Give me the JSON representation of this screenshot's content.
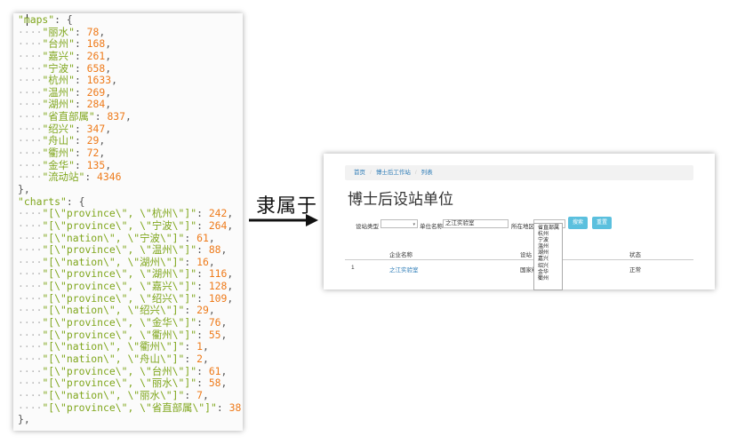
{
  "code": {
    "lines": [
      [
        {
          "t": "\"maps\"",
          "c": "k"
        },
        {
          "t": ": {",
          "c": "p"
        }
      ],
      [
        {
          "t": "····",
          "c": "dot"
        },
        {
          "t": "\"丽水\"",
          "c": "k"
        },
        {
          "t": ": ",
          "c": "p"
        },
        {
          "t": "78",
          "c": "n"
        },
        {
          "t": ",",
          "c": "p"
        }
      ],
      [
        {
          "t": "····",
          "c": "dot"
        },
        {
          "t": "\"台州\"",
          "c": "k"
        },
        {
          "t": ": ",
          "c": "p"
        },
        {
          "t": "168",
          "c": "n"
        },
        {
          "t": ",",
          "c": "p"
        }
      ],
      [
        {
          "t": "····",
          "c": "dot"
        },
        {
          "t": "\"嘉兴\"",
          "c": "k"
        },
        {
          "t": ": ",
          "c": "p"
        },
        {
          "t": "261",
          "c": "n"
        },
        {
          "t": ",",
          "c": "p"
        }
      ],
      [
        {
          "t": "····",
          "c": "dot"
        },
        {
          "t": "\"宁波\"",
          "c": "k"
        },
        {
          "t": ": ",
          "c": "p"
        },
        {
          "t": "658",
          "c": "n"
        },
        {
          "t": ",",
          "c": "p"
        }
      ],
      [
        {
          "t": "····",
          "c": "dot"
        },
        {
          "t": "\"杭州\"",
          "c": "k"
        },
        {
          "t": ": ",
          "c": "p"
        },
        {
          "t": "1633",
          "c": "n"
        },
        {
          "t": ",",
          "c": "p"
        }
      ],
      [
        {
          "t": "····",
          "c": "dot"
        },
        {
          "t": "\"温州\"",
          "c": "k"
        },
        {
          "t": ": ",
          "c": "p"
        },
        {
          "t": "269",
          "c": "n"
        },
        {
          "t": ",",
          "c": "p"
        }
      ],
      [
        {
          "t": "····",
          "c": "dot"
        },
        {
          "t": "\"湖州\"",
          "c": "k"
        },
        {
          "t": ": ",
          "c": "p"
        },
        {
          "t": "284",
          "c": "n"
        },
        {
          "t": ",",
          "c": "p"
        }
      ],
      [
        {
          "t": "····",
          "c": "dot"
        },
        {
          "t": "\"省直部属\"",
          "c": "k"
        },
        {
          "t": ": ",
          "c": "p"
        },
        {
          "t": "837",
          "c": "n"
        },
        {
          "t": ",",
          "c": "p"
        }
      ],
      [
        {
          "t": "····",
          "c": "dot"
        },
        {
          "t": "\"绍兴\"",
          "c": "k"
        },
        {
          "t": ": ",
          "c": "p"
        },
        {
          "t": "347",
          "c": "n"
        },
        {
          "t": ",",
          "c": "p"
        }
      ],
      [
        {
          "t": "····",
          "c": "dot"
        },
        {
          "t": "\"舟山\"",
          "c": "k"
        },
        {
          "t": ": ",
          "c": "p"
        },
        {
          "t": "29",
          "c": "n"
        },
        {
          "t": ",",
          "c": "p"
        }
      ],
      [
        {
          "t": "····",
          "c": "dot"
        },
        {
          "t": "\"衢州\"",
          "c": "k"
        },
        {
          "t": ": ",
          "c": "p"
        },
        {
          "t": "72",
          "c": "n"
        },
        {
          "t": ",",
          "c": "p"
        }
      ],
      [
        {
          "t": "····",
          "c": "dot"
        },
        {
          "t": "\"金华\"",
          "c": "k"
        },
        {
          "t": ": ",
          "c": "p"
        },
        {
          "t": "135",
          "c": "n"
        },
        {
          "t": ",",
          "c": "p"
        }
      ],
      [
        {
          "t": "····",
          "c": "dot"
        },
        {
          "t": "\"流动站\"",
          "c": "k"
        },
        {
          "t": ": ",
          "c": "p"
        },
        {
          "t": "4346",
          "c": "n"
        }
      ],
      [
        {
          "t": "},",
          "c": "p"
        }
      ],
      [
        {
          "t": "\"charts\"",
          "c": "k"
        },
        {
          "t": ": {",
          "c": "p"
        }
      ],
      [
        {
          "t": "····",
          "c": "dot"
        },
        {
          "t": "\"[\\\"province\\\", \\\"杭州\\\"]\"",
          "c": "k"
        },
        {
          "t": ": ",
          "c": "p"
        },
        {
          "t": "242",
          "c": "n"
        },
        {
          "t": ",",
          "c": "p"
        }
      ],
      [
        {
          "t": "····",
          "c": "dot"
        },
        {
          "t": "\"[\\\"province\\\", \\\"宁波\\\"]\"",
          "c": "k"
        },
        {
          "t": ": ",
          "c": "p"
        },
        {
          "t": "264",
          "c": "n"
        },
        {
          "t": ",",
          "c": "p"
        }
      ],
      [
        {
          "t": "····",
          "c": "dot"
        },
        {
          "t": "\"[\\\"nation\\\", \\\"宁波\\\"]\"",
          "c": "k"
        },
        {
          "t": ": ",
          "c": "p"
        },
        {
          "t": "61",
          "c": "n"
        },
        {
          "t": ",",
          "c": "p"
        }
      ],
      [
        {
          "t": "····",
          "c": "dot"
        },
        {
          "t": "\"[\\\"province\\\", \\\"温州\\\"]\"",
          "c": "k"
        },
        {
          "t": ": ",
          "c": "p"
        },
        {
          "t": "88",
          "c": "n"
        },
        {
          "t": ",",
          "c": "p"
        }
      ],
      [
        {
          "t": "····",
          "c": "dot"
        },
        {
          "t": "\"[\\\"nation\\\", \\\"湖州\\\"]\"",
          "c": "k"
        },
        {
          "t": ": ",
          "c": "p"
        },
        {
          "t": "16",
          "c": "n"
        },
        {
          "t": ",",
          "c": "p"
        }
      ],
      [
        {
          "t": "····",
          "c": "dot"
        },
        {
          "t": "\"[\\\"province\\\", \\\"湖州\\\"]\"",
          "c": "k"
        },
        {
          "t": ": ",
          "c": "p"
        },
        {
          "t": "116",
          "c": "n"
        },
        {
          "t": ",",
          "c": "p"
        }
      ],
      [
        {
          "t": "····",
          "c": "dot"
        },
        {
          "t": "\"[\\\"province\\\", \\\"嘉兴\\\"]\"",
          "c": "k"
        },
        {
          "t": ": ",
          "c": "p"
        },
        {
          "t": "128",
          "c": "n"
        },
        {
          "t": ",",
          "c": "p"
        }
      ],
      [
        {
          "t": "····",
          "c": "dot"
        },
        {
          "t": "\"[\\\"province\\\", \\\"绍兴\\\"]\"",
          "c": "k"
        },
        {
          "t": ": ",
          "c": "p"
        },
        {
          "t": "109",
          "c": "n"
        },
        {
          "t": ",",
          "c": "p"
        }
      ],
      [
        {
          "t": "····",
          "c": "dot"
        },
        {
          "t": "\"[\\\"nation\\\", \\\"绍兴\\\"]\"",
          "c": "k"
        },
        {
          "t": ": ",
          "c": "p"
        },
        {
          "t": "29",
          "c": "n"
        },
        {
          "t": ",",
          "c": "p"
        }
      ],
      [
        {
          "t": "····",
          "c": "dot"
        },
        {
          "t": "\"[\\\"province\\\", \\\"金华\\\"]\"",
          "c": "k"
        },
        {
          "t": ": ",
          "c": "p"
        },
        {
          "t": "76",
          "c": "n"
        },
        {
          "t": ",",
          "c": "p"
        }
      ],
      [
        {
          "t": "····",
          "c": "dot"
        },
        {
          "t": "\"[\\\"province\\\", \\\"衢州\\\"]\"",
          "c": "k"
        },
        {
          "t": ": ",
          "c": "p"
        },
        {
          "t": "55",
          "c": "n"
        },
        {
          "t": ",",
          "c": "p"
        }
      ],
      [
        {
          "t": "····",
          "c": "dot"
        },
        {
          "t": "\"[\\\"nation\\\", \\\"衢州\\\"]\"",
          "c": "k"
        },
        {
          "t": ": ",
          "c": "p"
        },
        {
          "t": "1",
          "c": "n"
        },
        {
          "t": ",",
          "c": "p"
        }
      ],
      [
        {
          "t": "····",
          "c": "dot"
        },
        {
          "t": "\"[\\\"nation\\\", \\\"舟山\\\"]\"",
          "c": "k"
        },
        {
          "t": ": ",
          "c": "p"
        },
        {
          "t": "2",
          "c": "n"
        },
        {
          "t": ",",
          "c": "p"
        }
      ],
      [
        {
          "t": "····",
          "c": "dot"
        },
        {
          "t": "\"[\\\"province\\\", \\\"台州\\\"]\"",
          "c": "k"
        },
        {
          "t": ": ",
          "c": "p"
        },
        {
          "t": "61",
          "c": "n"
        },
        {
          "t": ",",
          "c": "p"
        }
      ],
      [
        {
          "t": "····",
          "c": "dot"
        },
        {
          "t": "\"[\\\"province\\\", \\\"丽水\\\"]\"",
          "c": "k"
        },
        {
          "t": ": ",
          "c": "p"
        },
        {
          "t": "58",
          "c": "n"
        },
        {
          "t": ",",
          "c": "p"
        }
      ],
      [
        {
          "t": "····",
          "c": "dot"
        },
        {
          "t": "\"[\\\"nation\\\", \\\"丽水\\\"]\"",
          "c": "k"
        },
        {
          "t": ": ",
          "c": "p"
        },
        {
          "t": "7",
          "c": "n"
        },
        {
          "t": ",",
          "c": "p"
        }
      ],
      [
        {
          "t": "····",
          "c": "dot"
        },
        {
          "t": "\"[\\\"province\\\", \\\"省直部属\\\"]\"",
          "c": "k"
        },
        {
          "t": ": ",
          "c": "p"
        },
        {
          "t": "38",
          "c": "n"
        }
      ],
      [
        {
          "t": "},",
          "c": "p"
        }
      ]
    ]
  },
  "arrow": {
    "label": "隶属于"
  },
  "browser": {
    "breadcrumb": [
      "首页",
      "博士后工作站",
      "列表"
    ],
    "title": "博士后设站单位",
    "form": {
      "type_label": "设站类型",
      "name_label": "单位名称",
      "name_value": "之江实验室",
      "region_label": "所在地区",
      "search_button": "搜索",
      "reset_button": "重置"
    },
    "region_options": [
      "省直部属",
      "杭州",
      "宁波",
      "温州",
      "湖州",
      "嘉兴",
      "绍兴",
      "金华",
      "衢州"
    ],
    "table": {
      "headers": [
        "企业名称",
        "设站",
        "状态"
      ],
      "rows": [
        {
          "index": "1",
          "name": "之江实验室",
          "category": "国家级",
          "status": "正常"
        }
      ]
    }
  },
  "colors": {
    "key": "#7fa61c",
    "number": "#ee7b1b",
    "accent": "#5bc0de",
    "link": "#2a7ab6"
  }
}
